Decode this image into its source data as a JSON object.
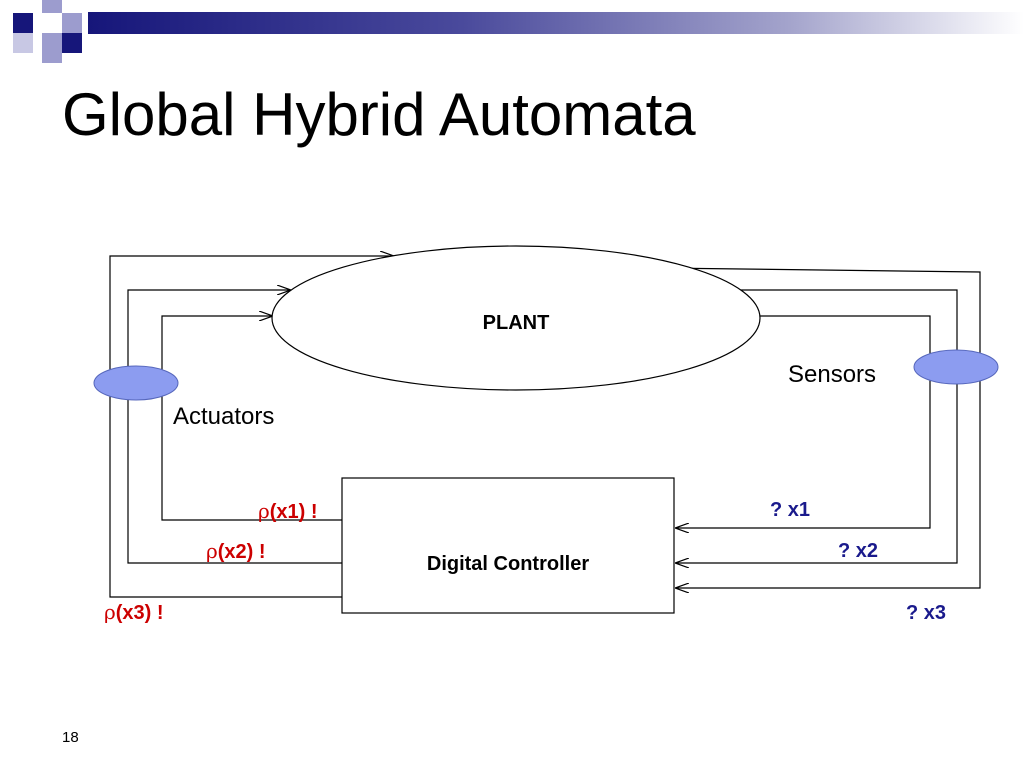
{
  "slide": {
    "title": "Global Hybrid Automata",
    "page_number": "18"
  },
  "diagram": {
    "plant_label": "PLANT",
    "controller_label": "Digital Controller",
    "sensors_label": "Sensors",
    "actuators_label": "Actuators",
    "actuator_outputs": [
      {
        "symbol": "ρ",
        "text": "(x1) !"
      },
      {
        "symbol": "ρ",
        "text": "(x2) !"
      },
      {
        "symbol": "ρ",
        "text": "(x3) !"
      }
    ],
    "sensor_inputs": [
      "? x1",
      "? x2",
      "? x3"
    ]
  },
  "colors": {
    "accent_navy": "#16167a",
    "accent_lavender": "#9c9cce",
    "node_fill": "#8c9cf0",
    "actuator_text": "#cc0000",
    "sensor_text": "#1a1a8c"
  }
}
